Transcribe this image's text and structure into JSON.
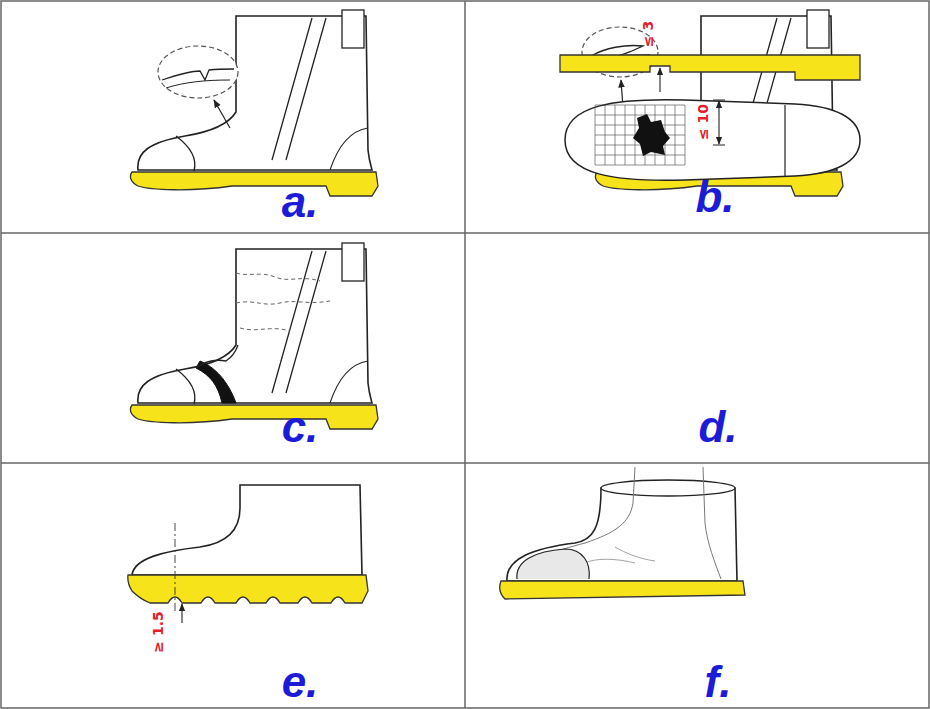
{
  "diagram": {
    "labels": [
      "a.",
      "b.",
      "c.",
      "≤ 3",
      "≤ 10",
      "d.",
      "≥ 1.5",
      "e.",
      "f."
    ]
  }
}
